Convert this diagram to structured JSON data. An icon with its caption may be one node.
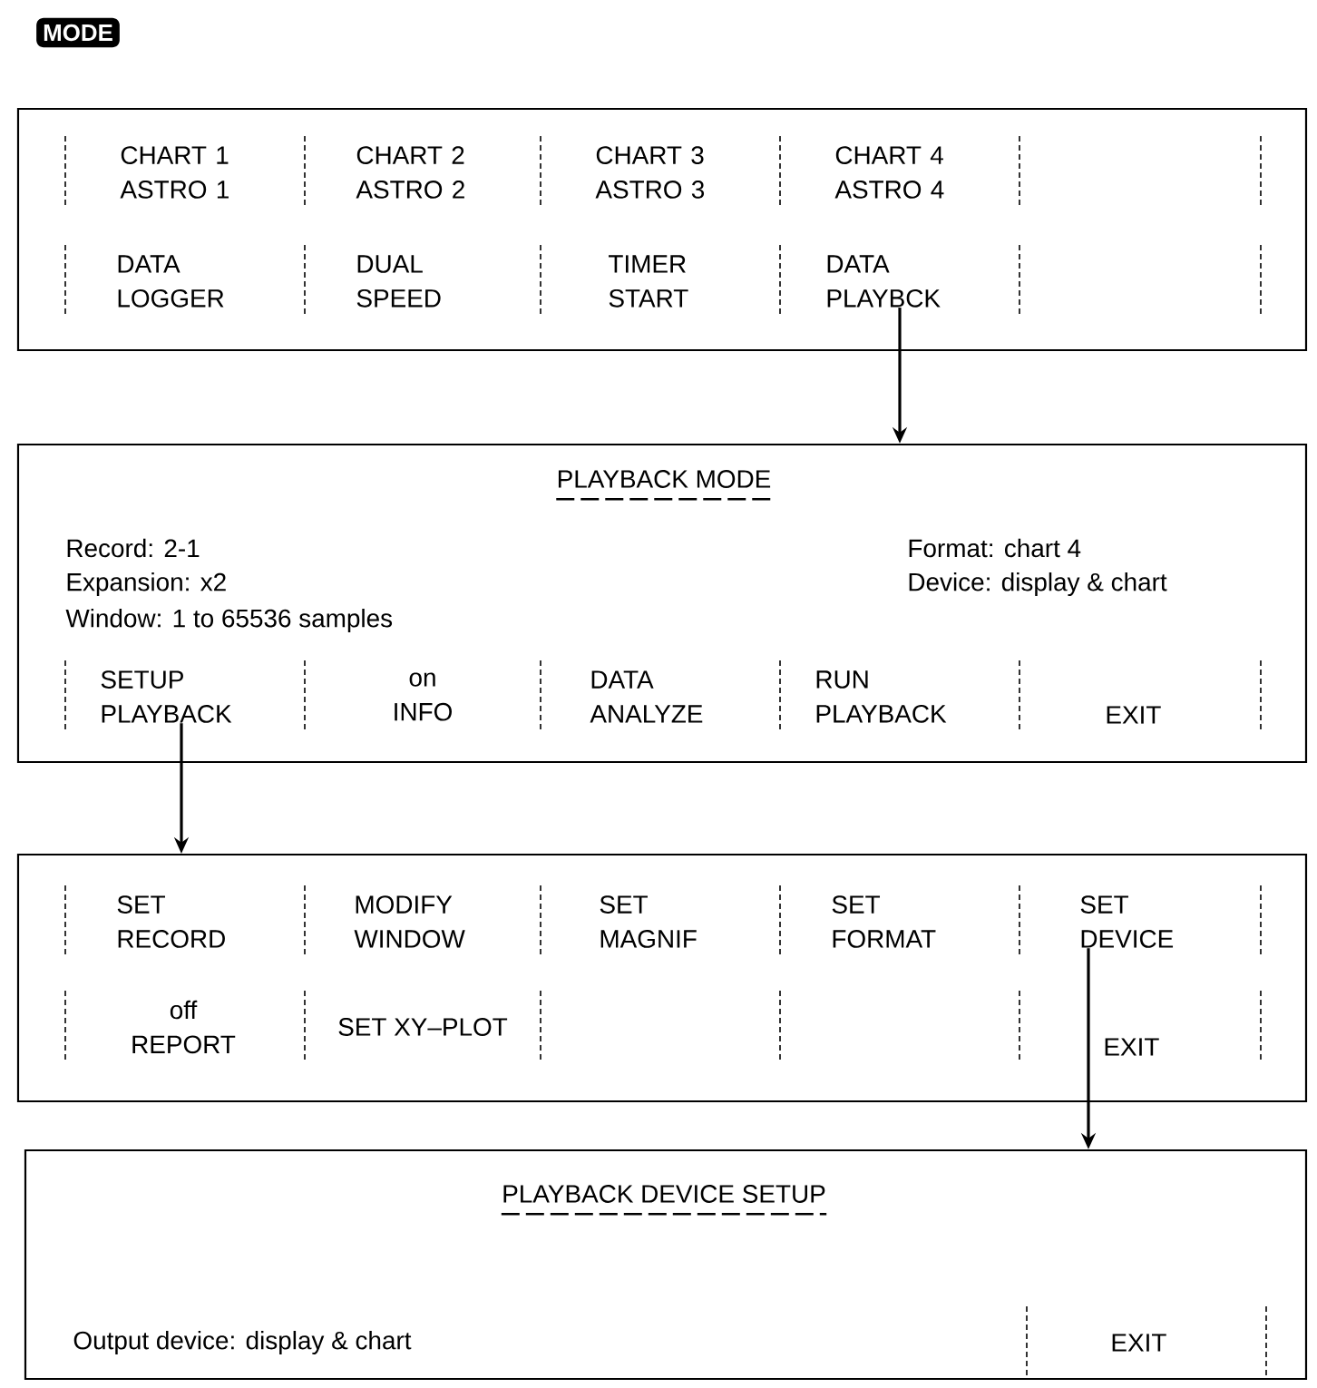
{
  "diagram": {
    "nodes": [
      {
        "text": [
          "MODE"
        ]
      },
      {
        "text": [],
        "shape": "box"
      },
      {
        "text": [
          "CHART 1 ASTRO 1"
        ],
        "in": 1
      },
      {
        "text": [
          "CHART 2 ASTRO 2"
        ],
        "in": 1
      },
      {
        "text": [
          "CHART 3 ASTRO 3"
        ],
        "in": 1
      },
      {
        "text": [
          "CHART 4 ASTRO 4"
        ],
        "in": 1
      },
      {
        "text": [
          "DATA LOGGER"
        ],
        "in": 1
      },
      {
        "text": [
          "DUAL SPEED"
        ],
        "in": 1
      },
      {
        "text": [
          "TIMER START"
        ],
        "in": 1
      },
      {
        "text": [
          "DATA PLAYBCK"
        ],
        "in": 1
      },
      {
        "text": [
          "PLAYBACK MODE",
          "Record:  2-1",
          "Expansion:  x2",
          "Window:  1 to 65536 samples",
          "Format:  chart 4",
          "Device:  display & chart"
        ]
      },
      {
        "text": [
          "SETUP PLAYBACK"
        ],
        "in": 10
      },
      {
        "text": [
          "on",
          "INFO"
        ],
        "in": 10
      },
      {
        "text": [
          "DATA ANALYZE"
        ],
        "in": 10
      },
      {
        "text": [
          "RUN PLAYBACK"
        ],
        "in": 10
      },
      {
        "text": [
          "EXIT"
        ],
        "in": 10
      },
      {
        "text": [],
        "shape": "box"
      },
      {
        "text": [
          "SET RECORD"
        ],
        "in": 16
      },
      {
        "text": [
          "MODIFY WINDOW"
        ],
        "in": 16
      },
      {
        "text": [
          "SET MAGNIF"
        ],
        "in": 16
      },
      {
        "text": [
          "SET FORMAT"
        ],
        "in": 16
      },
      {
        "text": [
          "SET DEVICE"
        ],
        "in": 16
      },
      {
        "text": [
          "off",
          "REPORT"
        ],
        "in": 16
      },
      {
        "text": [
          "SET XY–PLOT"
        ],
        "in": 16
      },
      {
        "text": [
          "EXIT"
        ],
        "in": 16
      },
      {
        "text": [
          "PLAYBACK DEVICE SETUP",
          "Output device: display & chart"
        ]
      },
      {
        "text": [
          "EXIT"
        ],
        "in": 25
      }
    ],
    "edges": [
      {
        "from": 9,
        "to": 10,
        "arrow": "to"
      },
      {
        "from": 11,
        "to": 16,
        "arrow": "to"
      },
      {
        "from": 21,
        "to": 25,
        "arrow": "to"
      }
    ]
  }
}
